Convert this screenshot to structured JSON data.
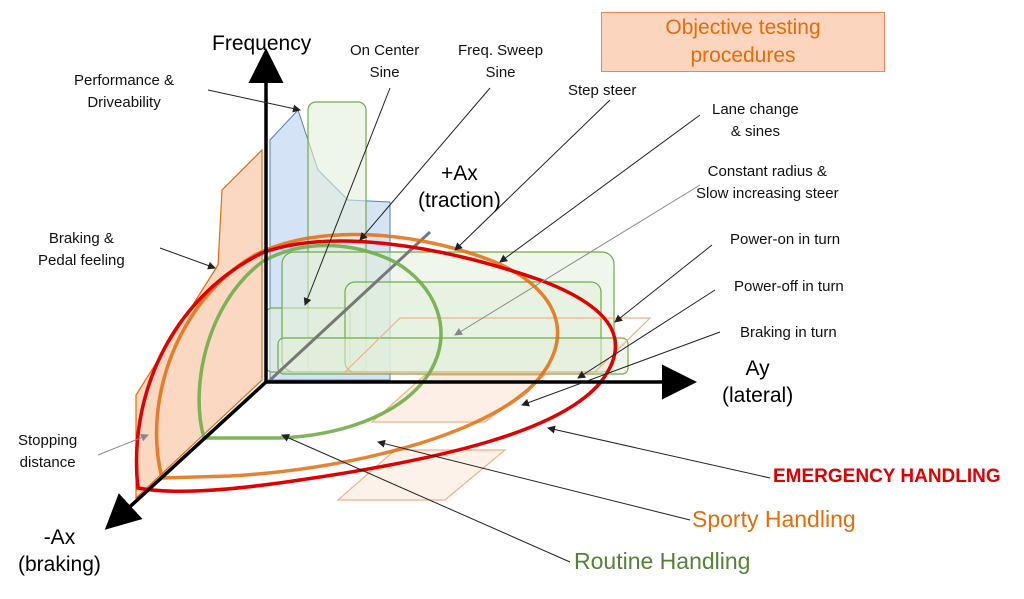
{
  "title": {
    "line1": "Objective testing",
    "line2": "procedures"
  },
  "axes": {
    "frequency": "Frequency",
    "ax_pos": {
      "line1": "+Ax",
      "line2": "(traction)"
    },
    "ay": {
      "line1": "Ay",
      "line2": "(lateral)"
    },
    "ax_neg": {
      "line1": "-Ax",
      "line2": "(braking)"
    }
  },
  "labels": {
    "performance": {
      "line1": "Performance &",
      "line2": "Driveability"
    },
    "on_center": {
      "line1": "On Center",
      "line2": "Sine"
    },
    "freq_sweep": {
      "line1": "Freq. Sweep",
      "line2": "Sine"
    },
    "step_steer": "Step steer",
    "lane_change": {
      "line1": "Lane change",
      "line2": "& sines"
    },
    "constant_radius": {
      "line1": "Constant radius &",
      "line2": "Slow increasing steer"
    },
    "power_on": "Power-on in turn",
    "power_off": "Power-off in turn",
    "braking_turn": "Braking in turn",
    "braking_pedal": {
      "line1": "Braking &",
      "line2": "Pedal feeling"
    },
    "stopping": {
      "line1": "Stopping",
      "line2": "distance"
    }
  },
  "legend": {
    "emergency": "EMERGENCY HANDLING",
    "sporty": "Sporty Handling",
    "routine": "Routine Handling"
  },
  "colors": {
    "emergency": "#e00000",
    "sporty": "#e46c0a",
    "routine": "#548235",
    "title_fill": "#fbd5bd",
    "title_text": "#e46c0a"
  }
}
